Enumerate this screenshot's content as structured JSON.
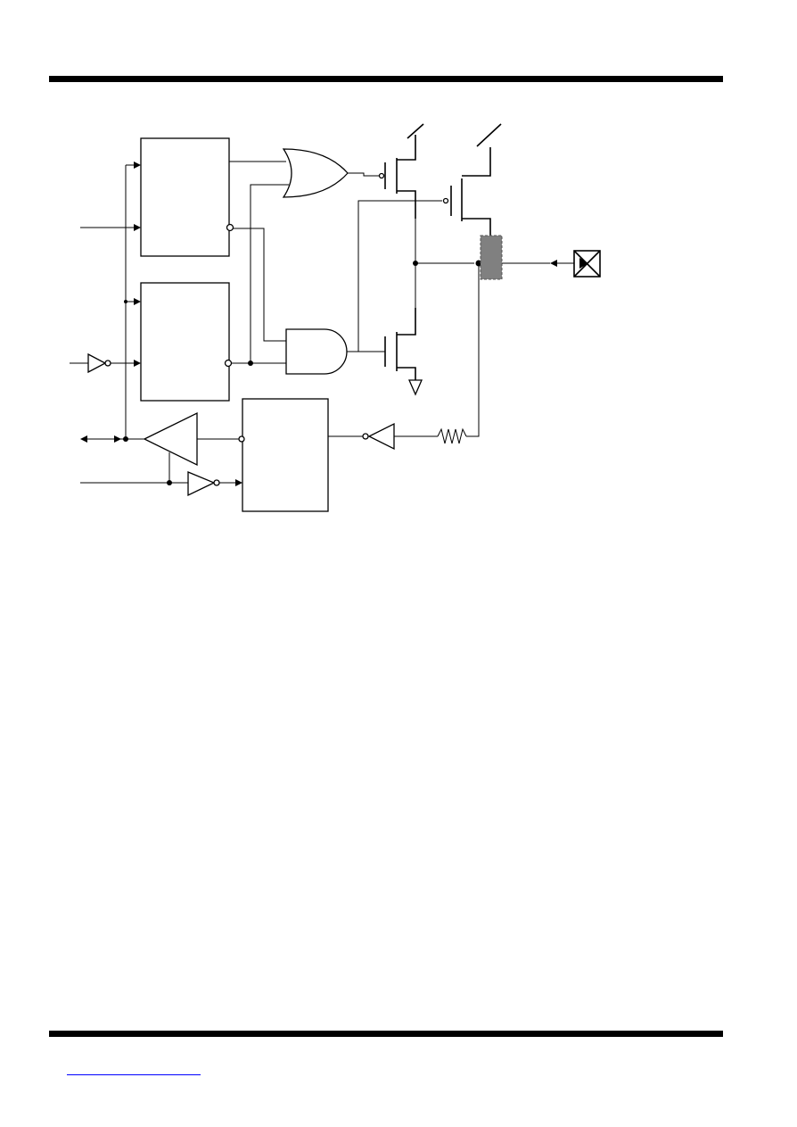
{
  "page": {
    "background": "#ffffff",
    "rule_color": "#000000",
    "link_color": "#0000ff"
  },
  "diagram": {
    "io_pad_icon": "pad-x-box-icon",
    "series_resistor_fill": "#808080",
    "symbols": [
      "flip-flop",
      "flip-flop",
      "latch",
      "or-gate",
      "and-gate",
      "p-mos",
      "p-mos",
      "n-mos",
      "input-buffer",
      "inverter",
      "inverter",
      "inverter",
      "resistor",
      "vcc-rail",
      "vcc-rail",
      "ground"
    ]
  }
}
